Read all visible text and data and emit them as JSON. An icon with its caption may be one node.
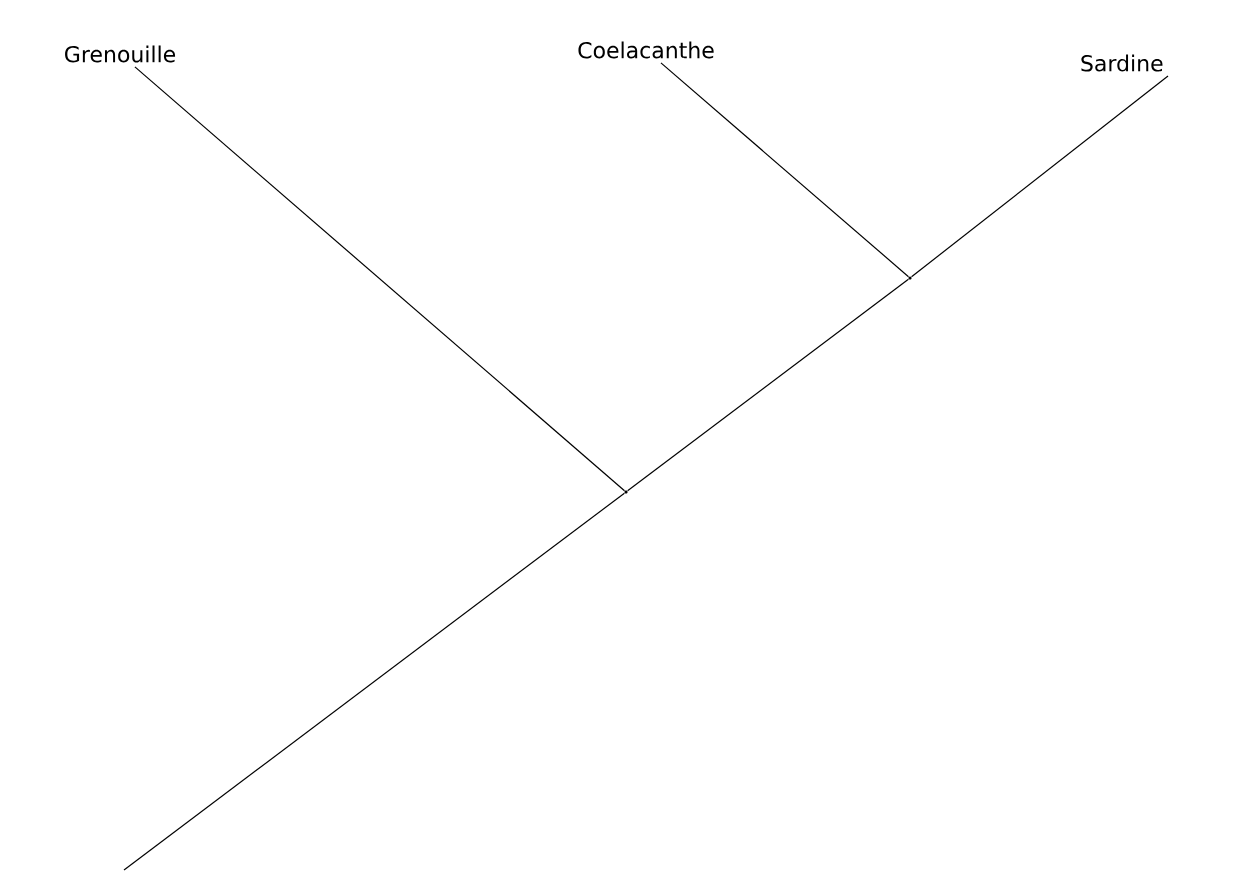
{
  "diagram": {
    "nodes": [
      {
        "text": [
          "Grenouille"
        ]
      },
      {
        "text": [
          "Coelacanthe"
        ]
      },
      {
        "text": [
          "Sardine"
        ]
      },
      {
        "text": [],
        "shape": "point"
      },
      {
        "text": [],
        "shape": "point"
      }
    ],
    "edges": [
      {
        "from": 0,
        "to": 3,
        "arrow": "none"
      },
      {
        "from": 1,
        "to": 4,
        "arrow": "none"
      },
      {
        "from": null,
        "to": 3,
        "arrow": "none"
      },
      {
        "from": 3,
        "to": 4,
        "arrow": "none"
      },
      {
        "from": 4,
        "to": 2,
        "arrow": "none"
      }
    ]
  }
}
